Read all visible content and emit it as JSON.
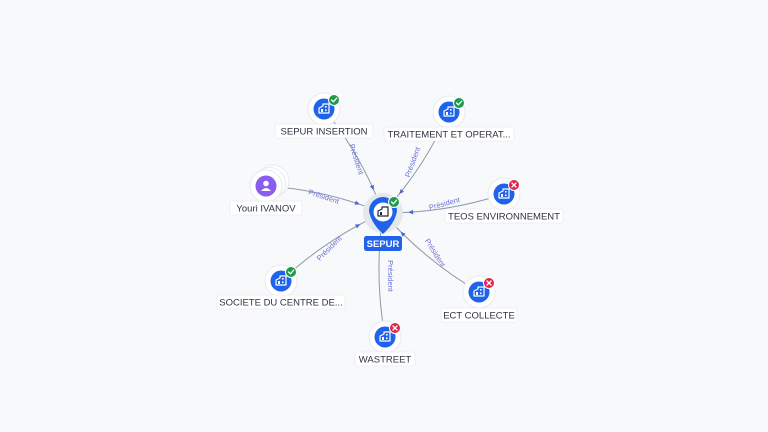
{
  "center": {
    "label": "SEPUR",
    "status": "ok",
    "icon": "company-icon"
  },
  "edge_label": "Président",
  "nodes": [
    {
      "id": "sepur-insertion",
      "label": "SEPUR INSERTION",
      "kind": "company",
      "status": "ok"
    },
    {
      "id": "traitement",
      "label": "TRAITEMENT ET OPERAT...",
      "kind": "company",
      "status": "ok"
    },
    {
      "id": "youri",
      "label": "Youri IVANOV",
      "kind": "person",
      "status": "none"
    },
    {
      "id": "teos",
      "label": "TEOS ENVIRONNEMENT",
      "kind": "company",
      "status": "ko"
    },
    {
      "id": "societe-centre",
      "label": "SOCIETE DU CENTRE DE...",
      "kind": "company",
      "status": "ok"
    },
    {
      "id": "ect-collecte",
      "label": "ECT COLLECTE",
      "kind": "company",
      "status": "ko"
    },
    {
      "id": "wastreet",
      "label": "WASTREET",
      "kind": "company",
      "status": "ko"
    }
  ],
  "colors": {
    "company": "#1e63e9",
    "person": "#8a5cf0",
    "ok": "#1d9b4b",
    "ko": "#e0244a",
    "edge_label": "#6a73d8"
  }
}
